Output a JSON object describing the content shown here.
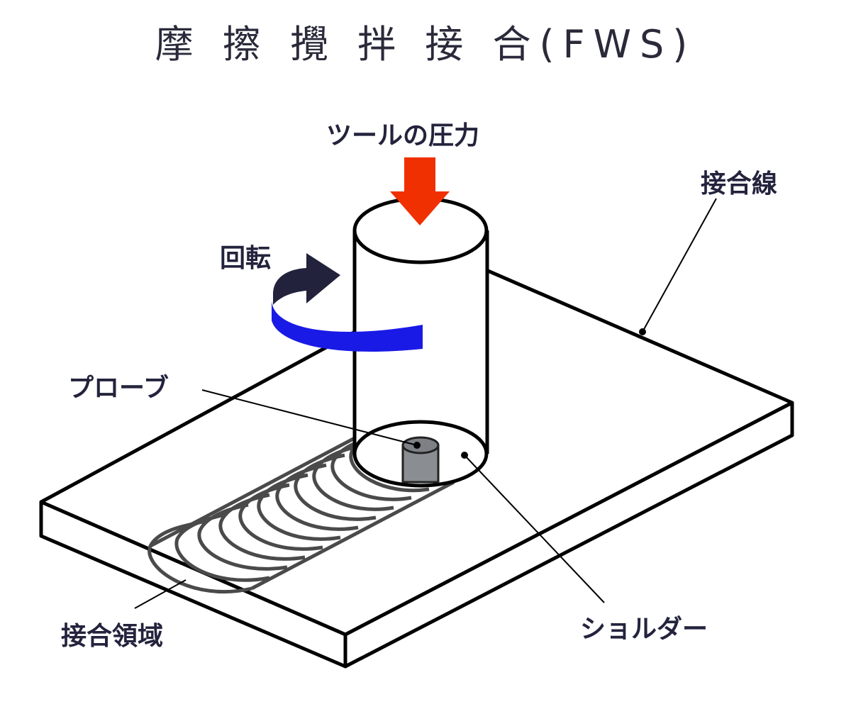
{
  "title": "摩 擦 攪 拌 接 合(FWS)",
  "labels": {
    "tool_pressure": "ツールの圧力",
    "joint_line": "接合線",
    "rotation": "回転",
    "probe": "プローブ",
    "joint_area": "接合領域",
    "shoulder": "ショルダー"
  },
  "colors": {
    "pressure_arrow": "#f03000",
    "rotation_arrow_band": "#1a1ae6",
    "rotation_arrow_head": "#22223c",
    "probe": "#8a8e92",
    "outline": "#000000"
  },
  "icons": {
    "pressure": "down-arrow-icon",
    "rotation": "curved-arrow-icon"
  }
}
